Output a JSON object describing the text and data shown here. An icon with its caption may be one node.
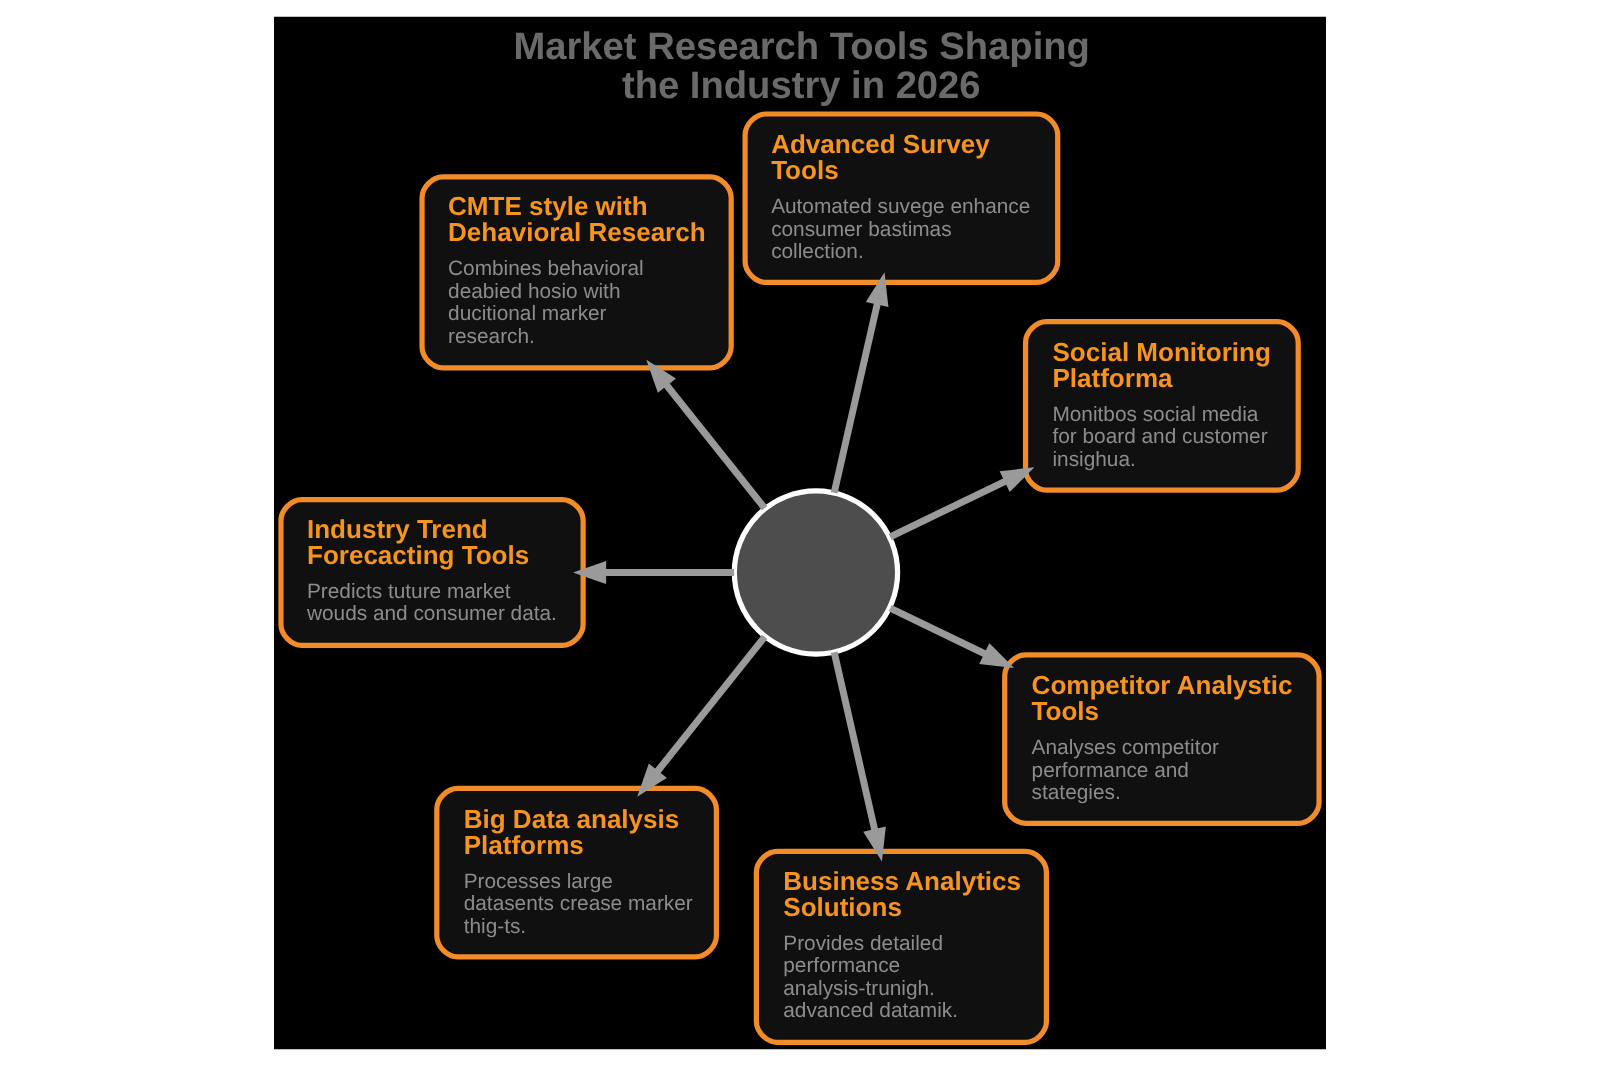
{
  "diagram": {
    "title": "Market Research Tools Shaping the Industry in 2026",
    "nodes": [
      {
        "text": [],
        "shape": "circle"
      },
      {
        "text": [
          "Advanced Survey Tools",
          "Automated suvege enhance consumer bastimas collection."
        ]
      },
      {
        "text": [
          "Social Monitoring Platforma",
          "Monitbos social media for board and customer insighua."
        ]
      },
      {
        "text": [
          "Competitor Analystic Tools",
          "Analyses competitor performance and stategies."
        ]
      },
      {
        "text": [
          "Business Analytics Solutions",
          "Provides detailed performance analysis-trunigh. advanced datamik."
        ]
      },
      {
        "text": [
          "Big Data analysis Platforms",
          "Processes large datasents crease marker thig-ts."
        ]
      },
      {
        "text": [
          "Industry Trend Forecacting Tools",
          "Predicts tuture market wouds and consumer data."
        ]
      },
      {
        "text": [
          "CMTE style with Dehavioral Research",
          "Combines behavioral deabied hosio with ducitional marker research."
        ]
      }
    ],
    "edges": [
      {
        "from": 0,
        "to": 1,
        "arrow": "to"
      },
      {
        "from": 0,
        "to": 2,
        "arrow": "to"
      },
      {
        "from": 0,
        "to": 3,
        "arrow": "to"
      },
      {
        "from": 0,
        "to": 4,
        "arrow": "to"
      },
      {
        "from": 0,
        "to": 5,
        "arrow": "to"
      },
      {
        "from": 0,
        "to": 6,
        "arrow": "to"
      },
      {
        "from": 0,
        "to": 7,
        "arrow": "to"
      }
    ]
  }
}
